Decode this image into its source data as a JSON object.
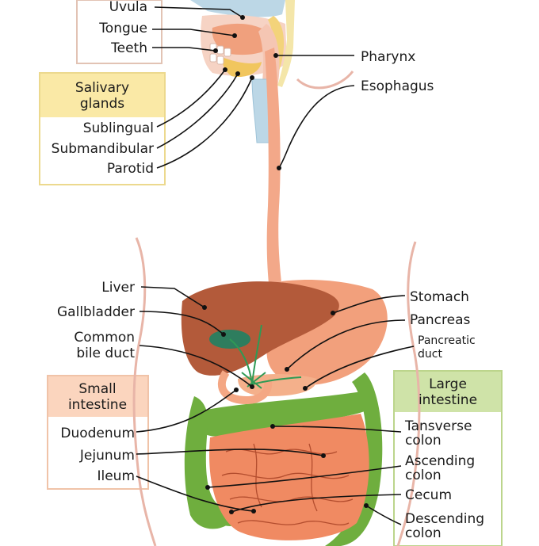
{
  "colors": {
    "body_outline": "#e8b5a8",
    "esophagus": "#f3a889",
    "liver": "#b35a3a",
    "stomach": "#f2a07c",
    "gallbladder": "#2e7d5e",
    "small_intestine": "#f08a62",
    "large_intestine": "#6fae3e",
    "saliva_box": "#fae9a6",
    "small_box": "#fbd5be",
    "large_box": "#cfe3a8"
  },
  "labels": {
    "uvula": "Uvula",
    "tongue": "Tongue",
    "teeth": "Teeth",
    "pharynx": "Pharynx",
    "esophagus": "Esophagus",
    "salivary_header_1": "Salivary",
    "salivary_header_2": "glands",
    "sublingual": "Sublingual",
    "submandibular": "Submandibular",
    "parotid": "Parotid",
    "liver": "Liver",
    "gallbladder": "Gallbladder",
    "common_bile_1": "Common",
    "common_bile_2": "bile duct",
    "stomach": "Stomach",
    "pancreas": "Pancreas",
    "pancreatic_1": "Pancreatic",
    "pancreatic_2": "duct",
    "small_header_1": "Small",
    "small_header_2": "intestine",
    "duodenum": "Duodenum",
    "jejunum": "Jejunum",
    "ileum": "Ileum",
    "large_header_1": "Large",
    "large_header_2": "intestine",
    "transverse_1": "Tansverse",
    "transverse_2": "colon",
    "ascending_1": "Ascending",
    "ascending_2": "colon",
    "cecum": "Cecum",
    "descending_1": "Descending",
    "descending_2": "colon"
  }
}
